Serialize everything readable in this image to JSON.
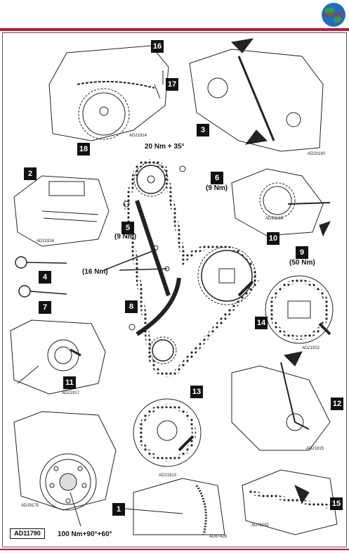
{
  "header": {
    "logo_text": "BOSCH",
    "accent": "#c8102e",
    "logo_color": "#1a6fc4"
  },
  "callouts": {
    "c1": "1",
    "c2": "2",
    "c3": "3",
    "c4": "4",
    "c5": "5",
    "c6": "6",
    "c7": "7",
    "c8": "8",
    "c9": "9",
    "c10": "10",
    "c11": "11",
    "c12": "12",
    "c13": "13",
    "c14": "14",
    "c15": "15",
    "c16": "16",
    "c17": "17",
    "c18": "18"
  },
  "labels": {
    "cam_torque": "20 Nm + 35°",
    "tensioner_bolt_6": "(9 Nm)",
    "tensioner_bolt_5": "(9 Nm)",
    "guide_bolts": "(16 Nm)",
    "sprocket_9": "(50 Nm)",
    "crank_bolt": "100 Nm+90°+60°"
  },
  "ref_codes": {
    "r16": "AD21914",
    "r3": "AD20180",
    "r2": "AD21916",
    "r10": "AD20188",
    "r14": "AD21912",
    "r11": "AD21917",
    "r12": "AD21915",
    "r13": "AD21913",
    "r_pulley": "AD29175",
    "r1": "AD67428",
    "r15": "AD76092"
  },
  "figure_ref": "AD11790"
}
